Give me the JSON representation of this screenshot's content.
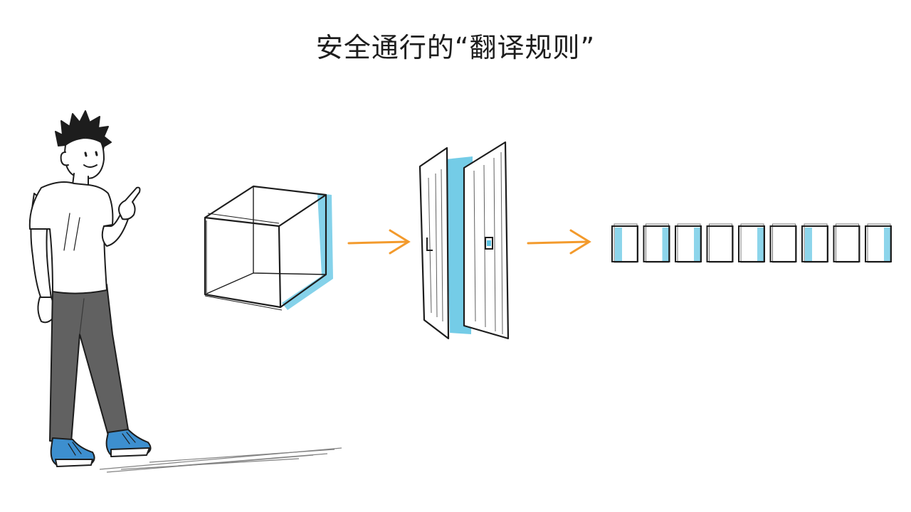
{
  "title": "安全通行的“翻译规则”",
  "colors": {
    "ink": "#1d1d1d",
    "accent_blue": "#5cc3e3",
    "arrow_orange": "#f39a2c",
    "pants_gray": "#616161",
    "shoe_blue": "#3d8fcf"
  },
  "icons": [
    "person-figure",
    "cube-icon",
    "door-icon",
    "arrow-right-icon",
    "box-row-icon"
  ],
  "box_row": {
    "count": 9
  }
}
